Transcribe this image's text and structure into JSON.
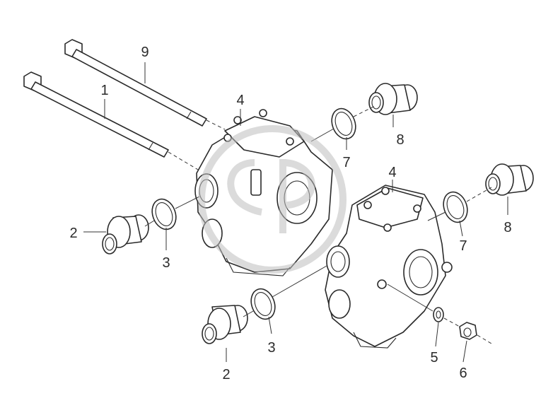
{
  "callouts": {
    "c9": "9",
    "c1": "1",
    "c4a": "4",
    "c8a": "8",
    "c7a": "7",
    "c2a": "2",
    "c3a": "3",
    "c4b": "4",
    "c8b": "8",
    "c7b": "7",
    "c3b": "3",
    "c2b": "2",
    "c5": "5",
    "c6": "6"
  },
  "colors": {
    "line": "#2a2a2a",
    "watermark": "#bdbdbd"
  }
}
